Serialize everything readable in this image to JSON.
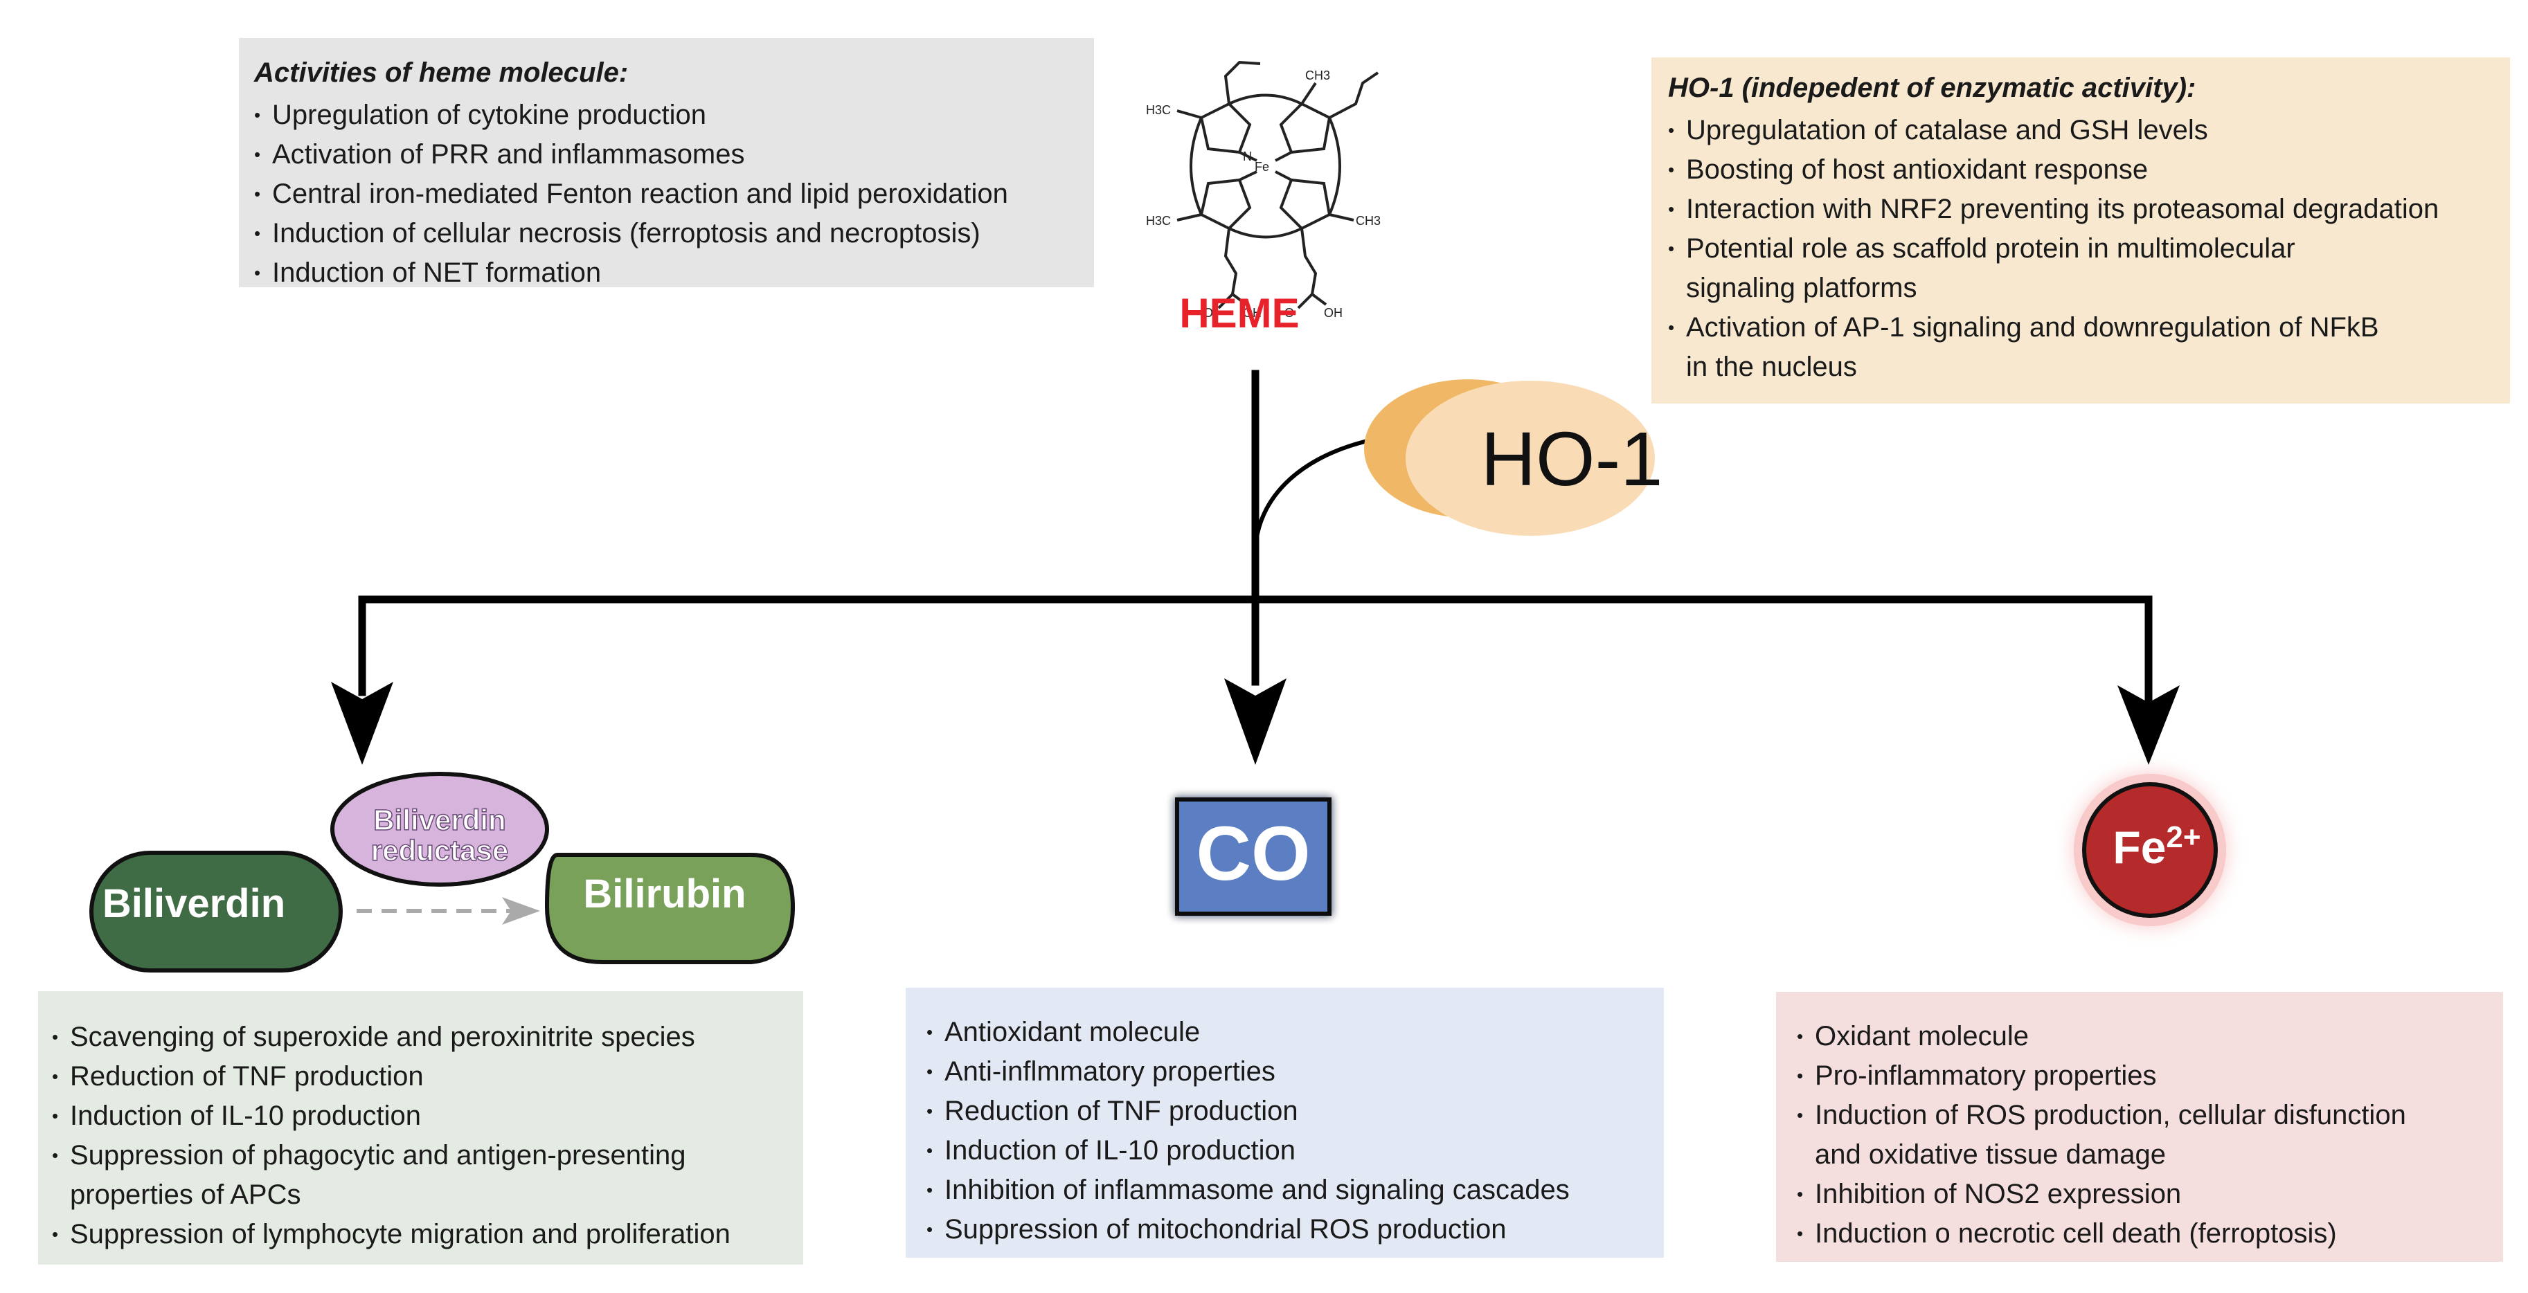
{
  "heme_activities": {
    "title": "Activities of heme molecule:",
    "items": [
      "Upregulation of cytokine production",
      "Activation of PRR and inflammasomes",
      "Central iron-mediated Fenton reaction and lipid peroxidation",
      "Induction of cellular necrosis (ferroptosis and necroptosis)",
      "Induction of NET formation"
    ]
  },
  "heme": {
    "label": "HEME",
    "structure_labels": [
      "H3C",
      "CH3",
      "Fe",
      "N",
      "H3C",
      "CH3",
      "O",
      "OH",
      "O",
      "OH"
    ]
  },
  "ho1_activity": {
    "title": "HO-1 (indepedent of enzymatic activity):",
    "items": [
      [
        "Upregulatation of catalase and GSH levels"
      ],
      [
        "Boosting of host antioxidant response"
      ],
      [
        "Interaction with NRF2 preventing its proteasomal degradation"
      ],
      [
        "Potential role as scaffold protein in multimolecular",
        "signaling platforms"
      ],
      [
        "Activation of AP-1 signaling and downregulation of NFkB",
        "in the nucleus"
      ]
    ]
  },
  "enzyme": {
    "label": "HO-1"
  },
  "products": {
    "biliverdin": "Biliverdin",
    "bilirubin": "Bilirubin",
    "reductase": [
      "Biliverdin",
      "reductase"
    ],
    "co": "CO",
    "fe": {
      "base": "Fe",
      "charge": "2+"
    }
  },
  "colors": {
    "heme_red": "#e8222a",
    "biliverdin_green": "#3f6b45",
    "bilirubin_green": "#7aa15a",
    "reductase_purple": "#d6b4dc",
    "co_blue": "#5b7fc4",
    "fe_red": "#b52a2a",
    "ho1_orange": "#f0b866"
  },
  "biliverdin_effects": {
    "items": [
      [
        "Scavenging of superoxide and peroxinitrite species"
      ],
      [
        "Reduction of TNF production"
      ],
      [
        "Induction of IL-10 production"
      ],
      [
        "Suppression of phagocytic and antigen-presenting",
        "properties of APCs"
      ],
      [
        "Suppression of lymphocyte migration and proliferation"
      ]
    ]
  },
  "co_effects": {
    "items": [
      "Antioxidant molecule",
      "Anti-inflmmatory properties",
      "Reduction of TNF production",
      "Induction of IL-10 production",
      "Inhibition of inflammasome and signaling cascades",
      "Suppression of mitochondrial ROS production"
    ]
  },
  "fe_effects": {
    "items": [
      [
        "Oxidant molecule"
      ],
      [
        "Pro-inflammatory properties"
      ],
      [
        "Induction of ROS production, cellular disfunction",
        "and oxidative tissue damage"
      ],
      [
        "Inhibition of NOS2 expression"
      ],
      [
        "Induction o necrotic cell death (ferroptosis)"
      ]
    ]
  }
}
